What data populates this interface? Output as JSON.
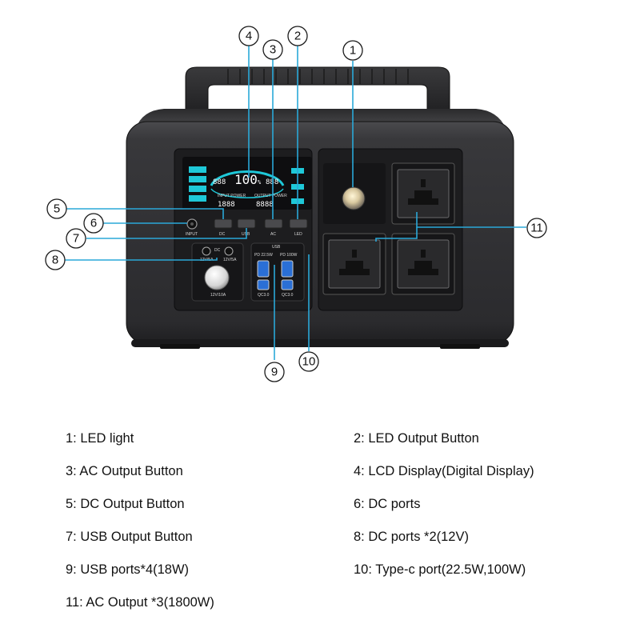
{
  "callouts": [
    "1",
    "2",
    "3",
    "4",
    "5",
    "6",
    "7",
    "8",
    "9",
    "10",
    "11"
  ],
  "device": {
    "lcd_percent": "100",
    "lcd_percent_unit": "%",
    "lcd_left_digits": "888",
    "lcd_right_digits": "888",
    "lcd_input_digits": "1888",
    "lcd_output_digits": "8888",
    "lcd_input_label": "INPUT POWER",
    "lcd_output_label": "OUTPUT POWER",
    "btn_dc": "DC",
    "btn_usb": "USB",
    "btn_ac": "AC",
    "btn_led": "LED",
    "input_label": "INPUT",
    "dc_label": "DC",
    "dc_sub1": "12V/5A",
    "dc_sub2": "12V/5A",
    "dc_bottom": "12V/10A",
    "usb_label": "USB",
    "pd1": "PD 22.5W",
    "pd2": "PD 100W",
    "qc1": "QC3.0",
    "qc2": "QC3.0"
  },
  "legend": [
    {
      "text": "1: LED light"
    },
    {
      "text": "2: LED Output Button"
    },
    {
      "text": "3: AC Output Button"
    },
    {
      "text": "4: LCD Display(Digital Display)"
    },
    {
      "text": "5: DC Output Button"
    },
    {
      "text": "6: DC ports"
    },
    {
      "text": "7: USB Output Button"
    },
    {
      "text": "8: DC ports *2(12V)"
    },
    {
      "text": "9: USB ports*4(18W)"
    },
    {
      "text": "10: Type-c port(22.5W,100W)"
    },
    {
      "text": "11: AC Output *3(1800W)"
    }
  ],
  "colors": {
    "body": "#2f2f31",
    "panel": "#1b1b1d",
    "accent": "#2aa8d8",
    "lcd_cyan": "#1ec8d8",
    "usb_blue": "#2a6fd6"
  }
}
